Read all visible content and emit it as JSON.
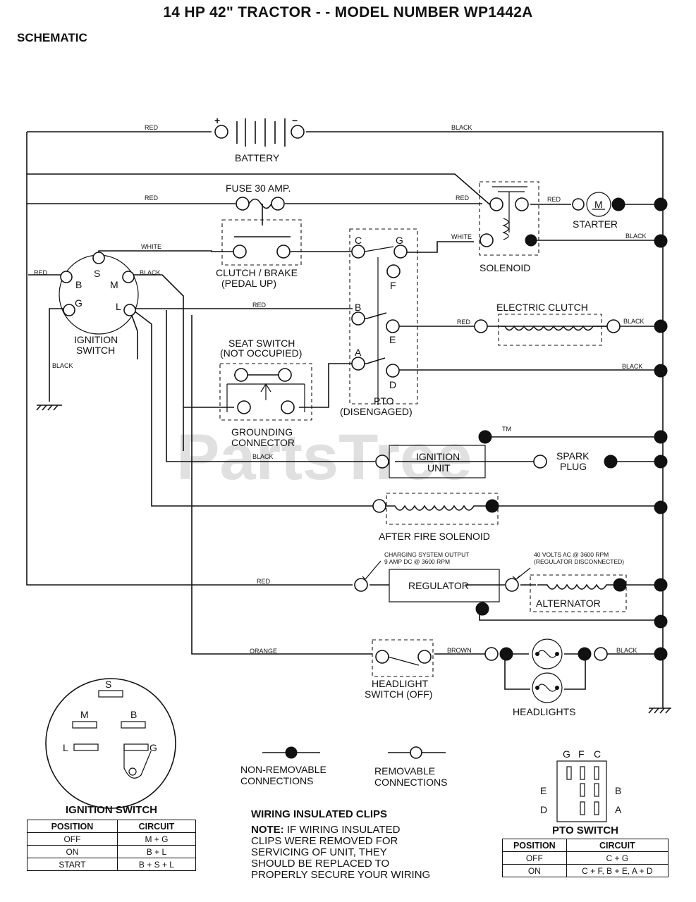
{
  "title": "14 HP 42\" TRACTOR - - MODEL NUMBER WP1442A",
  "subtitle": "SCHEMATIC",
  "watermark": "PartsTree",
  "watermark_tm": "TM",
  "components": {
    "battery": "BATTERY",
    "battery_plus": "+",
    "battery_minus": "−",
    "fuse": "FUSE 30 AMP.",
    "starter": "STARTER",
    "starter_m": "M",
    "solenoid": "SOLENOID",
    "clutch_brake_1": "CLUTCH / BRAKE",
    "clutch_brake_2": "(PEDAL UP)",
    "ignition_switch_1": "IGNITION",
    "ignition_switch_2": "SWITCH",
    "electric_clutch": "ELECTRIC CLUTCH",
    "seat_switch_1": "SEAT SWITCH",
    "seat_switch_2": "(NOT OCCUPIED)",
    "pto_1": "PTO",
    "pto_2": "(DISENGAGED)",
    "grounding_1": "GROUNDING",
    "grounding_2": "CONNECTOR",
    "ignition_unit_1": "IGNITION",
    "ignition_unit_2": "UNIT",
    "spark_plug_1": "SPARK",
    "spark_plug_2": "PLUG",
    "after_fire": "AFTER FIRE SOLENOID",
    "regulator": "REGULATOR",
    "alternator": "ALTERNATOR",
    "charging_1": "CHARGING SYSTEM OUTPUT",
    "charging_2": "9 AMP DC @ 3600 RPM",
    "alt_note_1": "40 VOLTS AC @ 3600 RPM",
    "alt_note_2": "(REGULATOR DISCONNECTED)",
    "headlight_switch_1": "HEADLIGHT",
    "headlight_switch_2": "SWITCH (OFF)",
    "headlights": "HEADLIGHTS"
  },
  "terminals": {
    "S": "S",
    "B": "B",
    "M": "M",
    "G": "G",
    "L": "L",
    "pto_C": "C",
    "pto_G": "G",
    "pto_F": "F",
    "pto_B": "B",
    "pto_E": "E",
    "pto_A": "A",
    "pto_D": "D"
  },
  "wires": {
    "red": "RED",
    "black": "BLACK",
    "white": "WHITE",
    "orange": "ORANGE",
    "brown": "BROWN",
    "black_short": "BLACK"
  },
  "legend": {
    "non_removable_1": "NON-REMOVABLE",
    "non_removable_2": "CONNECTIONS",
    "removable_1": "REMOVABLE",
    "removable_2": "CONNECTIONS"
  },
  "ignition_switch_table": {
    "title": "IGNITION SWITCH",
    "headers": [
      "POSITION",
      "CIRCUIT"
    ],
    "rows": [
      [
        "OFF",
        "M + G"
      ],
      [
        "ON",
        "B + L"
      ],
      [
        "START",
        "B + S + L"
      ]
    ]
  },
  "pto_switch_table": {
    "title": "PTO SWITCH",
    "headers": [
      "POSITION",
      "CIRCUIT"
    ],
    "rows": [
      [
        "OFF",
        "C + G"
      ],
      [
        "ON",
        "C + F, B + E, A + D"
      ]
    ]
  },
  "clips": {
    "title": "WIRING INSULATED CLIPS",
    "note_label": "NOTE:",
    "lines": [
      "IF WIRING INSULATED",
      "CLIPS WERE REMOVED FOR",
      "SERVICING OF UNIT, THEY",
      "SHOULD BE REPLACED TO",
      "PROPERLY SECURE YOUR WIRING"
    ]
  }
}
